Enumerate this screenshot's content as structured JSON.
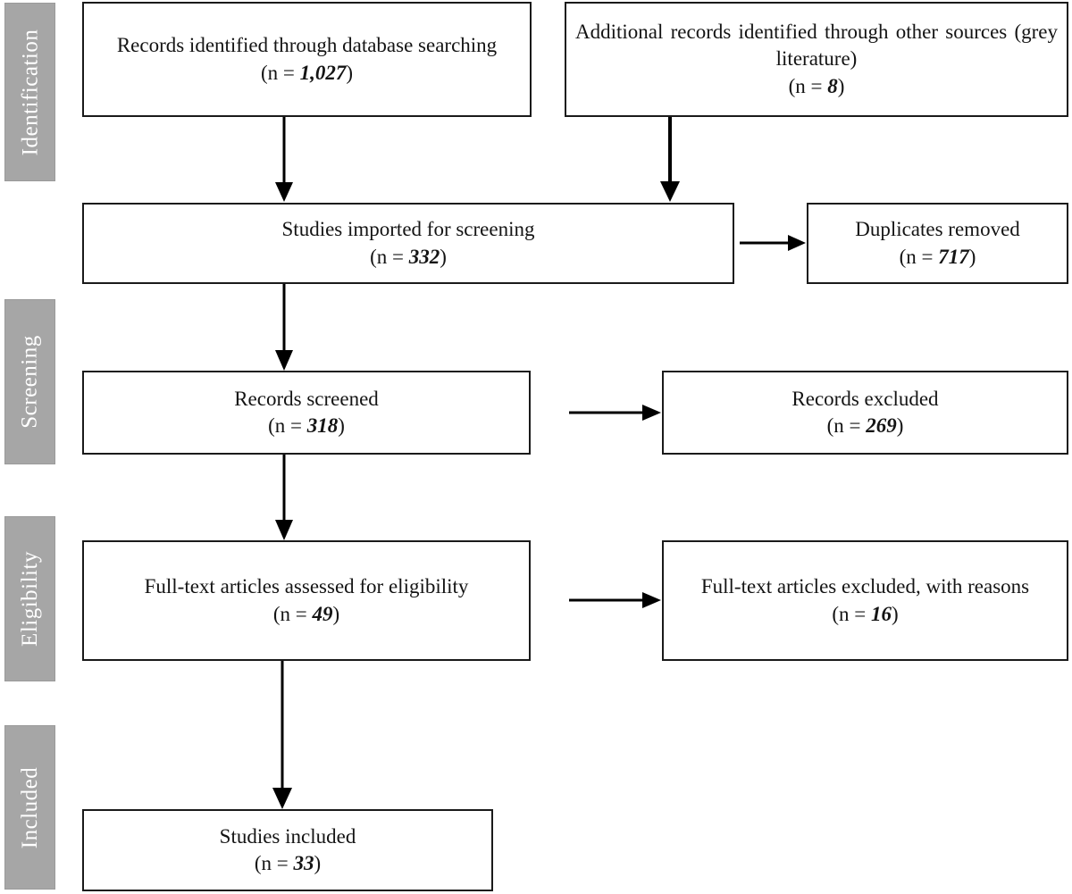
{
  "diagram": {
    "type": "prisma-flow-diagram",
    "stages": [
      {
        "id": "identification",
        "label": "Identification"
      },
      {
        "id": "screening",
        "label": "Screening"
      },
      {
        "id": "eligibility",
        "label": "Eligibility"
      },
      {
        "id": "included",
        "label": "Included"
      }
    ],
    "boxes": [
      {
        "id": "records-identified-database",
        "text": "Records identified through database searching",
        "count_prefix": "(n = ",
        "count_value": "1,027",
        "count_suffix": ")"
      },
      {
        "id": "additional-records-other-sources",
        "text": "Additional records identified through other sources (grey literature)",
        "count_prefix": "(n = ",
        "count_value": "8",
        "count_suffix": ")"
      },
      {
        "id": "studies-imported-screening",
        "text": "Studies imported for screening",
        "count_prefix": "(n = ",
        "count_value": "332",
        "count_suffix": ")"
      },
      {
        "id": "duplicates-removed",
        "text": "Duplicates removed",
        "count_prefix": "(n = ",
        "count_value": "717",
        "count_suffix": ")"
      },
      {
        "id": "records-screened",
        "text": "Records screened",
        "count_prefix": "(n = ",
        "count_value": "318",
        "count_suffix": ")"
      },
      {
        "id": "records-excluded",
        "text": "Records excluded",
        "count_prefix": "(n = ",
        "count_value": "269",
        "count_suffix": ")"
      },
      {
        "id": "fulltext-assessed",
        "text": "Full-text articles assessed for eligibility",
        "count_prefix": "(n = ",
        "count_value": "49",
        "count_suffix": ")"
      },
      {
        "id": "fulltext-excluded",
        "text": "Full-text articles excluded, with reasons",
        "count_prefix": "(n = ",
        "count_value": "16",
        "count_suffix": ")"
      },
      {
        "id": "studies-included",
        "text": "Studies included",
        "count_prefix": "(n = ",
        "count_value": "33",
        "count_suffix": ")"
      }
    ],
    "colors": {
      "stage_bar_fill": "#a6a6a6",
      "stage_bar_text": "#ffffff",
      "box_border": "#1a1a1a",
      "box_fill": "#ffffff",
      "text": "#141414",
      "arrow": "#000000"
    }
  }
}
